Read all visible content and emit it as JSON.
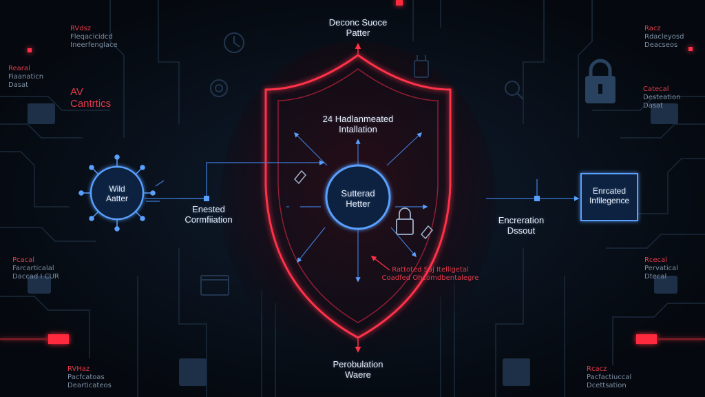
{
  "nodes": {
    "top": {
      "line1": "Deconc Suoce",
      "line2": "Patter"
    },
    "shield_title": {
      "line1": "24 Hadlanmeated",
      "line2": "Intallation"
    },
    "center_node": {
      "line1": "Sutterad",
      "line2": "Hetter"
    },
    "left_node": {
      "line1": "Wild",
      "line2": "Aatter"
    },
    "mid_left": {
      "line1": "Enested",
      "line2": "Cormfiiation"
    },
    "mid_right": {
      "line1": "Encreration",
      "line2": "Dssout"
    },
    "right_box": {
      "line1": "Enrcated",
      "line2": "Infilegence"
    },
    "bottom": {
      "line1": "Perobulation",
      "line2": "Waere"
    },
    "red_caption": {
      "line1": "Rattoted Saj Itelligetal",
      "line2": "Coadfed Ohcomdbentalegre"
    }
  },
  "side_labels": {
    "top_left": {
      "line1": "RVdsz",
      "line2": "Fleqacicidcd",
      "line3": "Ineerfenglace"
    },
    "left_upper": {
      "line1": "Rearal",
      "line2": "Fiaanaticn",
      "line3": "Dasat"
    },
    "av_title": {
      "line1": "AV",
      "line2": "Cantrtics"
    },
    "left_lower": {
      "line1": "Pcacal",
      "line2": "Farcarticalal",
      "line3": "Daccad I CUR"
    },
    "bottom_left": {
      "line1": "RVHaz",
      "line2": "Pacfcatoas",
      "line3": "Dearticateos"
    },
    "top_right": {
      "line1": "Racz",
      "line2": "Rdacleyosd",
      "line3": "Deacseos"
    },
    "right_upper": {
      "line1": "Catecal",
      "line2": "Desteation",
      "line3": "Dasat"
    },
    "right_lower": {
      "line1": "Rcecal",
      "line2": "Pervatical",
      "line3": "Dtecal"
    },
    "bottom_right": {
      "line1": "Rcacz",
      "line2": "Pacfactiuccal",
      "line3": "Dcettsation"
    }
  },
  "icons": [
    "lock-icon",
    "padlock-icon",
    "gear-icon",
    "clock-icon",
    "folder-icon",
    "pen-icon",
    "magnifier-icon",
    "chip-icon"
  ],
  "colors": {
    "background": "#070d16",
    "circuit": "#1b2a3c",
    "blue_line": "#3f7bd6",
    "node_fill": "#10243f",
    "node_stroke": "#5aa0ff",
    "shield_red": "#ff3048",
    "accent_red": "#e23a4b",
    "text": "#e6ecf4",
    "muted_text": "#7d8ea3"
  }
}
